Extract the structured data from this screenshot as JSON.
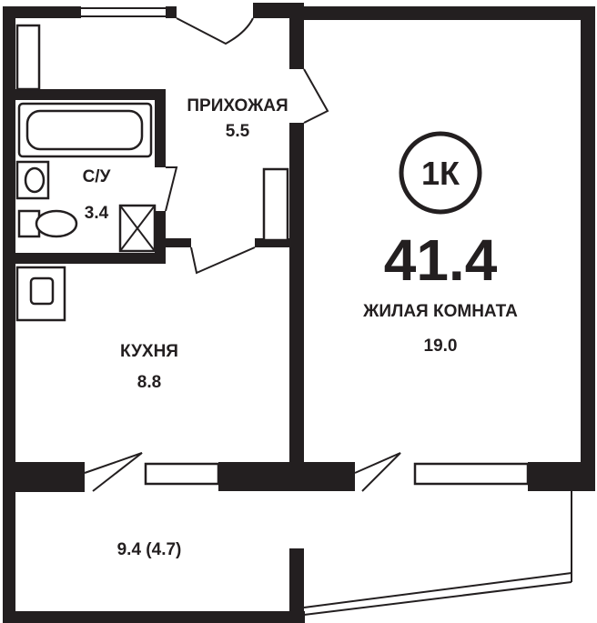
{
  "plan": {
    "apartment_type": "1К",
    "total_area": "41.4",
    "rooms": [
      {
        "id": "hallway",
        "name": "ПРИХОЖАЯ",
        "area": "5.5"
      },
      {
        "id": "bathroom",
        "name": "С/У",
        "area": "3.4"
      },
      {
        "id": "kitchen",
        "name": "КУХНЯ",
        "area": "8.8"
      },
      {
        "id": "living",
        "name": "ЖИЛАЯ КОМНАТА",
        "area": "19.0"
      },
      {
        "id": "balcony",
        "name": "",
        "area": "9.4 (4.7)"
      }
    ]
  },
  "colors": {
    "wall": "#231f20",
    "background": "#ffffff"
  }
}
